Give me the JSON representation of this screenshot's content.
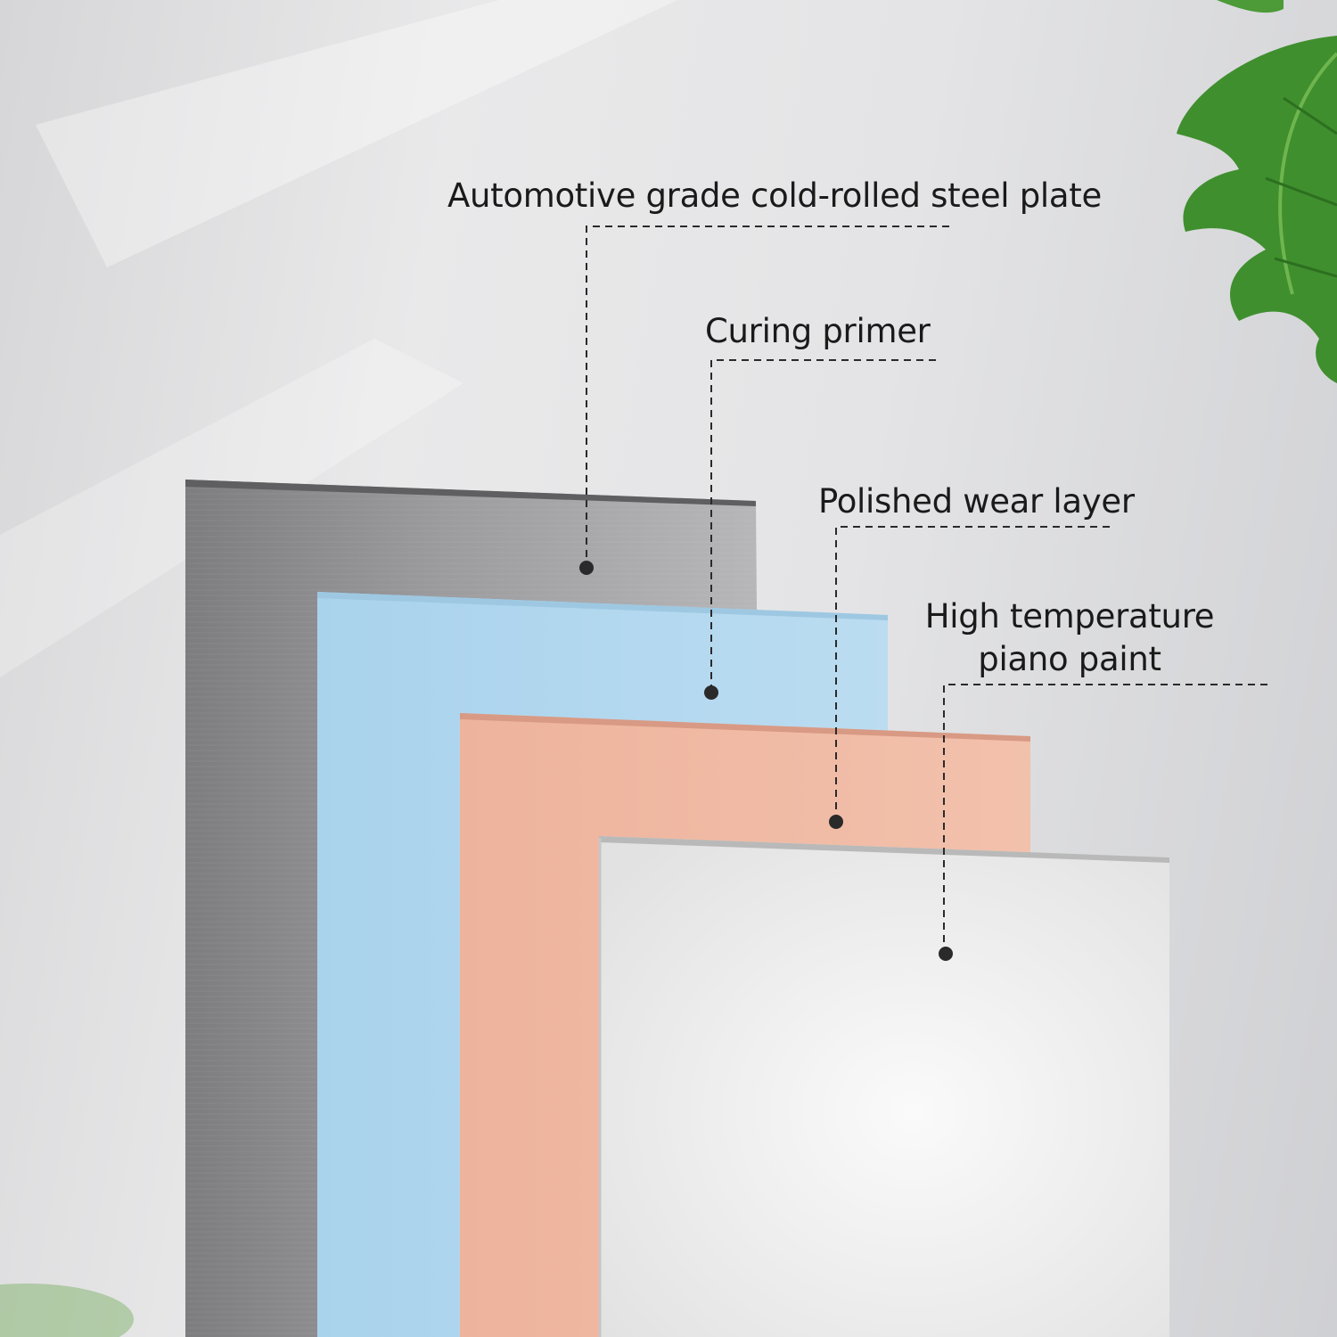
{
  "layers": [
    {
      "id": "steel",
      "name": "Automotive grade cold-rolled steel plate",
      "color": "#9a9a9c"
    },
    {
      "id": "primer",
      "name": "Curing primer",
      "color": "#b5daf0"
    },
    {
      "id": "wear",
      "name": "Polished wear layer",
      "color": "#f0b9a3"
    },
    {
      "id": "piano",
      "name_lines": [
        "High temperature",
        "piano paint"
      ],
      "color": "#ececec"
    }
  ],
  "decor": {
    "leaf_color": "#3c8a2c",
    "leader_color": "#2a2a2a"
  }
}
